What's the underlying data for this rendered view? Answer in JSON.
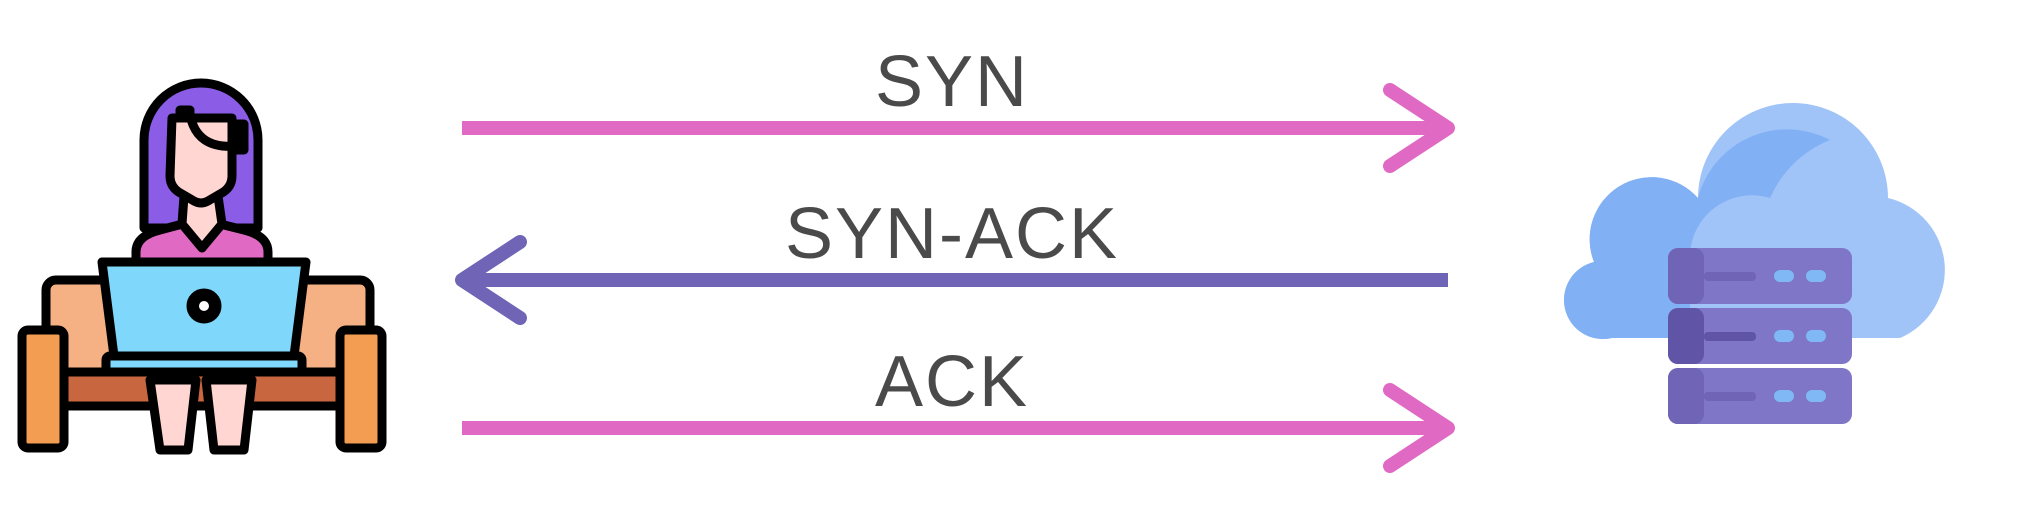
{
  "messages": [
    {
      "label": "SYN",
      "direction": "right",
      "color": "#e06ac3"
    },
    {
      "label": "SYN-ACK",
      "direction": "left",
      "color": "#7064b6"
    },
    {
      "label": "ACK",
      "direction": "right",
      "color": "#e06ac3"
    }
  ],
  "icons": {
    "client": "person-with-laptop-on-sofa-icon",
    "server": "cloud-server-icon"
  },
  "colors": {
    "text": "#4a4a4a",
    "hair": "#8b5ce6",
    "skin": "#ffd6d2",
    "laptop": "#7fd7fb",
    "sofa_back": "#f5b083",
    "sofa_arm": "#f29d52",
    "sofa_seat": "#c8673f",
    "shirt": "#e06ac3",
    "cloud_light": "#a0c4f8",
    "cloud_dark": "#82b0f4",
    "server_front": "#7f76c7",
    "server_dark": "#6f64b6",
    "server_led": "#7fb8f5"
  }
}
